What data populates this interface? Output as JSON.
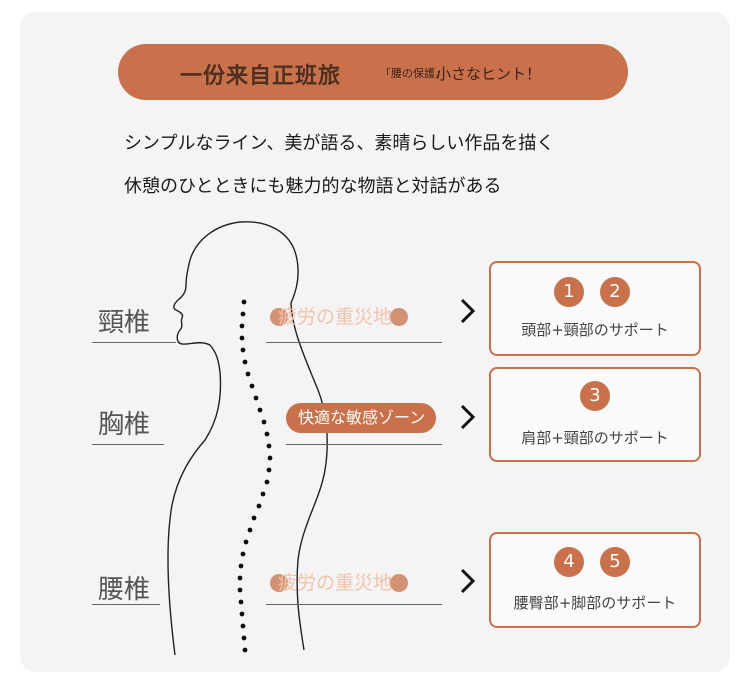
{
  "banner": {
    "title": "一份来自正班旅",
    "small_text": "「腰の保護」",
    "hint": "小さなヒント！"
  },
  "description": [
    "シンプルなライン、美が語る、素晴らしい作品を描く",
    "休憩のひとときにも魅力的な物語と対話がある"
  ],
  "regions": [
    {
      "label": "頸椎",
      "tag": "疲労の重災地",
      "tag_style": "faded",
      "numbers": [
        "1",
        "2"
      ],
      "support": "頭部+頸部のサポート"
    },
    {
      "label": "胸椎",
      "tag": "快適な敏感ゾーン",
      "tag_style": "solid",
      "numbers": [
        "3"
      ],
      "support": "肩部+頸部のサポート"
    },
    {
      "label": "腰椎",
      "tag": "疲労の重災地",
      "tag_style": "faded",
      "numbers": [
        "4",
        "5"
      ],
      "support": "腰臀部+脚部のサポート"
    }
  ],
  "colors": {
    "accent": "#c8714a",
    "card_bg": "#f4f4f4",
    "faded_text": "#f2c2aa"
  },
  "icons": {
    "arrow": "chevron-right-icon",
    "figure": "human-silhouette-icon"
  }
}
